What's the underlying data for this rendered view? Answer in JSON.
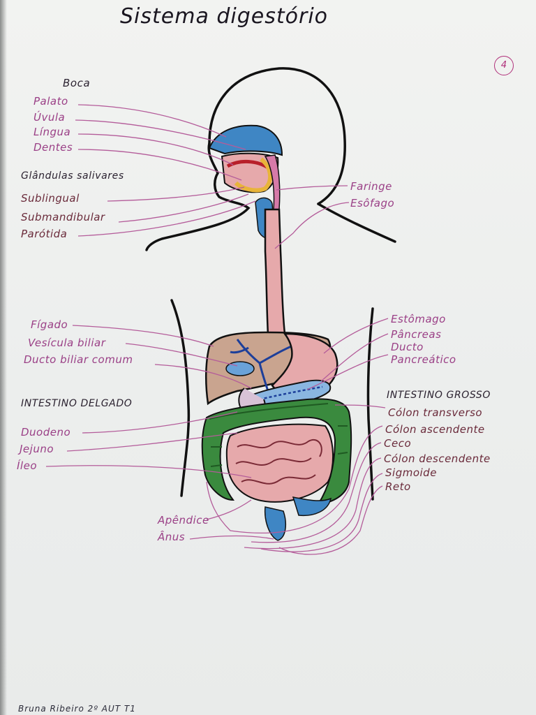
{
  "title": "Sistema digestório",
  "page_number": "4",
  "signature": "Bruna Ribeiro 2º AUT T1",
  "groups": {
    "mouth": "Boca",
    "salivary": "Glândulas salivares",
    "small_intestine": "INTESTINO DELGADO",
    "large_intestine": "INTESTINO GROSSO"
  },
  "labels": {
    "palato": "Palato",
    "uvula": "Úvula",
    "lingua": "Língua",
    "dentes": "Dentes",
    "sublingual": "Sublingual",
    "submandibular": "Submandibular",
    "parotida": "Parótida",
    "faringe": "Faringe",
    "esofago": "Esôfago",
    "figado": "Fígado",
    "vesicula": "Vesícula biliar",
    "ducto_biliar": "Ducto biliar comum",
    "estomago": "Estômago",
    "pancreas": "Pâncreas",
    "ducto": "Ducto",
    "pancreatico": "Pancreático",
    "duodeno": "Duodeno",
    "jejuno": "Jejuno",
    "ileo": "Íleo",
    "colon_transverso": "Cólon transverso",
    "colon_ascendente": "Cólon ascendente",
    "ceco": "Ceco",
    "colon_descendente": "Cólon descendente",
    "sigmoide": "Sigmoide",
    "reto": "Reto",
    "apendice": "Apêndice",
    "anus": "Ânus"
  },
  "colors": {
    "label_purple": "#9a3f86",
    "outline": "#111111",
    "blue": "#3f86c4",
    "pink": "#e6a9ab",
    "green": "#3a8a3e",
    "brown": "#c9a48f",
    "yellow": "#e8b43a"
  }
}
